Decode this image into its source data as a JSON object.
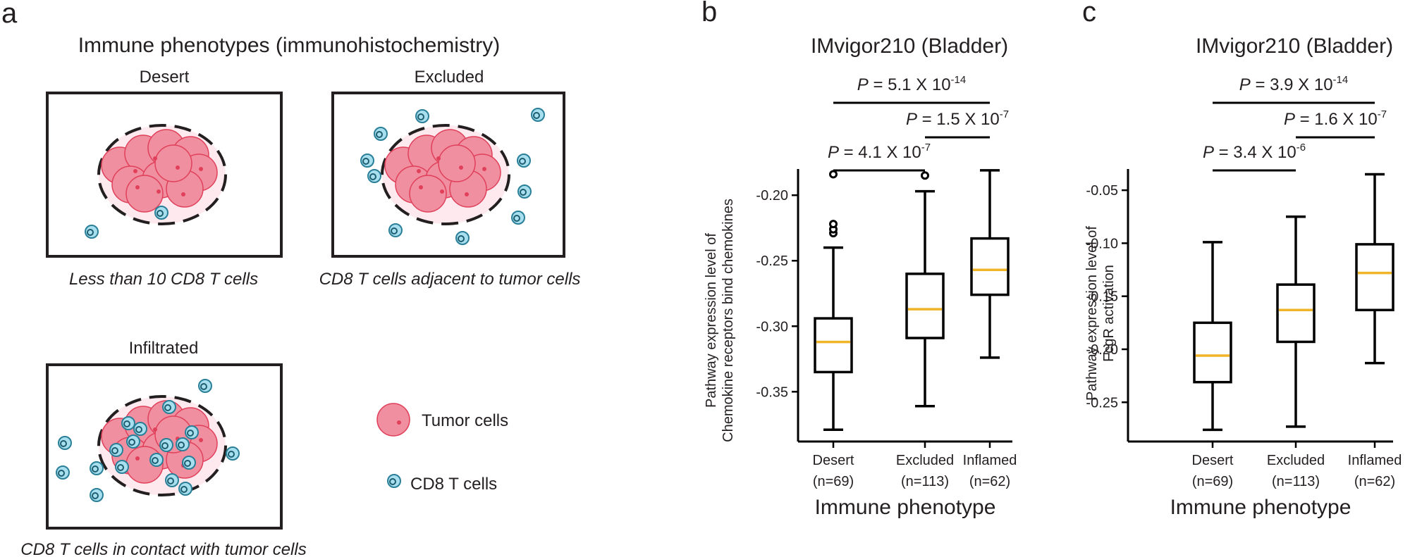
{
  "panel_a": {
    "label": "a",
    "title": "Immune phenotypes (immunohistochemistry)",
    "phenotypes": [
      {
        "name": "Desert",
        "caption": "Less than 10 CD8 T cells"
      },
      {
        "name": "Excluded",
        "caption": "CD8 T cells adjacent to tumor cells"
      },
      {
        "name": "Infiltrated",
        "caption": "CD8 T cells in contact with tumor cells"
      }
    ],
    "legend": {
      "tumor": "Tumor cells",
      "tcell": "CD8 T cells"
    },
    "colors": {
      "tumor_fill": "#f08fa0",
      "tumor_edge": "#e0405a",
      "tumor_halo": "#fde9ee",
      "tcell_fill": "#a8dfee",
      "tcell_edge": "#2a7f98",
      "frame": "#231f20"
    }
  },
  "chart_data": [
    {
      "type": "box",
      "panel": "b",
      "title": "IMvigor210 (Bladder)",
      "xlabel": "Immune phenotype",
      "ylabel": [
        "Pathway expression level of",
        "Chemokine receptors bind chemokines"
      ],
      "categories": [
        {
          "name": "Desert",
          "n": "(n=69)"
        },
        {
          "name": "Excluded",
          "n": "(n=113)"
        },
        {
          "name": "Inflamed",
          "n": "(n=62)"
        }
      ],
      "yticks": [
        -0.2,
        -0.25,
        -0.3,
        -0.35
      ],
      "ytick_labels": [
        "-0.20",
        "-0.25",
        "-0.30",
        "-0.35"
      ],
      "ylim": [
        -0.388,
        -0.18
      ],
      "boxes": [
        {
          "whisker_low": -0.379,
          "q1": -0.335,
          "median": -0.312,
          "q3": -0.294,
          "whisker_high": -0.24,
          "outliers": [
            -0.229,
            -0.226,
            -0.222,
            -0.184
          ]
        },
        {
          "whisker_low": -0.361,
          "q1": -0.309,
          "median": -0.287,
          "q3": -0.26,
          "whisker_high": -0.197,
          "outliers": [
            -0.185
          ]
        },
        {
          "whisker_low": -0.324,
          "q1": -0.276,
          "median": -0.257,
          "q3": -0.233,
          "whisker_high": -0.181,
          "outliers": []
        }
      ],
      "comparisons": [
        {
          "from": 0,
          "to": 2,
          "label": "P",
          "mantissa": "= 5.1 X 10",
          "exponent": "-14",
          "level": 3
        },
        {
          "from": 1,
          "to": 2,
          "label": "P",
          "mantissa": "= 1.5 X 10",
          "exponent": "-7",
          "level": 2
        },
        {
          "from": 0,
          "to": 1,
          "label": "P",
          "mantissa": "= 4.1 X 10",
          "exponent": "-7",
          "level": 1
        }
      ],
      "colors": {
        "box": "#000000",
        "median": "#f0b429"
      }
    },
    {
      "type": "box",
      "panel": "c",
      "title": "IMvigor210 (Bladder)",
      "xlabel": "Immune phenotype",
      "ylabel": [
        "Pathway expression level of",
        "FcgR activation"
      ],
      "categories": [
        {
          "name": "Desert",
          "n": "(n=69)"
        },
        {
          "name": "Excluded",
          "n": "(n=113)"
        },
        {
          "name": "Inflamed",
          "n": "(n=62)"
        }
      ],
      "yticks": [
        -0.05,
        -0.1,
        -0.15,
        -0.2,
        -0.25
      ],
      "ytick_labels": [
        "-0.05",
        "-0.10",
        "-0.15",
        "-0.20",
        "-0.25"
      ],
      "ylim": [
        -0.287,
        -0.03
      ],
      "boxes": [
        {
          "whisker_low": -0.276,
          "q1": -0.231,
          "median": -0.206,
          "q3": -0.175,
          "whisker_high": -0.099,
          "outliers": []
        },
        {
          "whisker_low": -0.273,
          "q1": -0.193,
          "median": -0.163,
          "q3": -0.139,
          "whisker_high": -0.075,
          "outliers": []
        },
        {
          "whisker_low": -0.213,
          "q1": -0.163,
          "median": -0.128,
          "q3": -0.101,
          "whisker_high": -0.035,
          "outliers": []
        }
      ],
      "comparisons": [
        {
          "from": 0,
          "to": 2,
          "label": "P",
          "mantissa": "= 3.9 X 10",
          "exponent": "-14",
          "level": 3
        },
        {
          "from": 1,
          "to": 2,
          "label": "P",
          "mantissa": "= 1.6 X 10",
          "exponent": "-7",
          "level": 2
        },
        {
          "from": 0,
          "to": 1,
          "label": "P",
          "mantissa": "= 3.4 X 10",
          "exponent": "-6",
          "level": 1
        }
      ],
      "colors": {
        "box": "#000000",
        "median": "#f0b429"
      }
    }
  ]
}
